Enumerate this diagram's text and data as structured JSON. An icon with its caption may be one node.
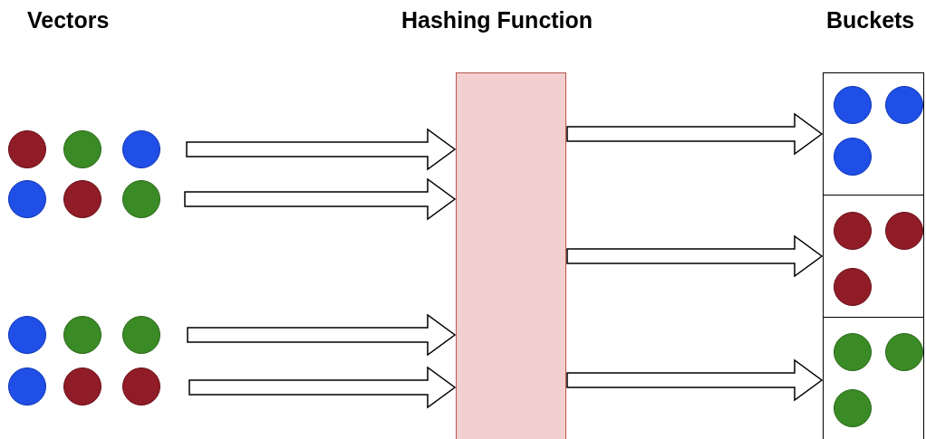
{
  "diagram": {
    "nodes": [
      {
        "text": [],
        "shape": "circle"
      },
      {
        "text": [],
        "shape": "circle"
      },
      {
        "text": [],
        "shape": "circle"
      },
      {
        "text": [],
        "shape": "circle"
      },
      {
        "text": [],
        "shape": "circle"
      },
      {
        "text": [],
        "shape": "circle"
      },
      {
        "text": [],
        "shape": "circle"
      },
      {
        "text": [],
        "shape": "circle"
      },
      {
        "text": [],
        "shape": "circle"
      },
      {
        "text": [],
        "shape": "circle"
      },
      {
        "text": [],
        "shape": "circle"
      },
      {
        "text": [],
        "shape": "circle"
      },
      {
        "text": [],
        "shape": "box"
      },
      {
        "text": [],
        "shape": "box"
      },
      {
        "text": [],
        "shape": "box"
      },
      {
        "text": [],
        "shape": "box"
      },
      {
        "text": [],
        "shape": "circle",
        "in": 13
      },
      {
        "text": [],
        "shape": "circle",
        "in": 13
      },
      {
        "text": [],
        "shape": "circle",
        "in": 13
      },
      {
        "text": [],
        "shape": "circle",
        "in": 14
      },
      {
        "text": [],
        "shape": "circle",
        "in": 14
      },
      {
        "text": [],
        "shape": "circle",
        "in": 14
      },
      {
        "text": [],
        "shape": "circle",
        "in": 15
      },
      {
        "text": [],
        "shape": "circle",
        "in": 15
      },
      {
        "text": [],
        "shape": "circle",
        "in": 15
      }
    ],
    "edges": [
      {
        "from": null,
        "to": 12,
        "arrow": "to"
      },
      {
        "from": null,
        "to": 12,
        "arrow": "to"
      },
      {
        "from": null,
        "to": 12,
        "arrow": "to"
      },
      {
        "from": null,
        "to": 12,
        "arrow": "to"
      },
      {
        "from": 12,
        "to": 13,
        "arrow": "to"
      },
      {
        "from": 12,
        "to": 14,
        "arrow": "to"
      },
      {
        "from": 12,
        "to": 15,
        "arrow": "to"
      }
    ],
    "labels": [
      "Vectors",
      "Hashing Function",
      "Buckets"
    ]
  }
}
